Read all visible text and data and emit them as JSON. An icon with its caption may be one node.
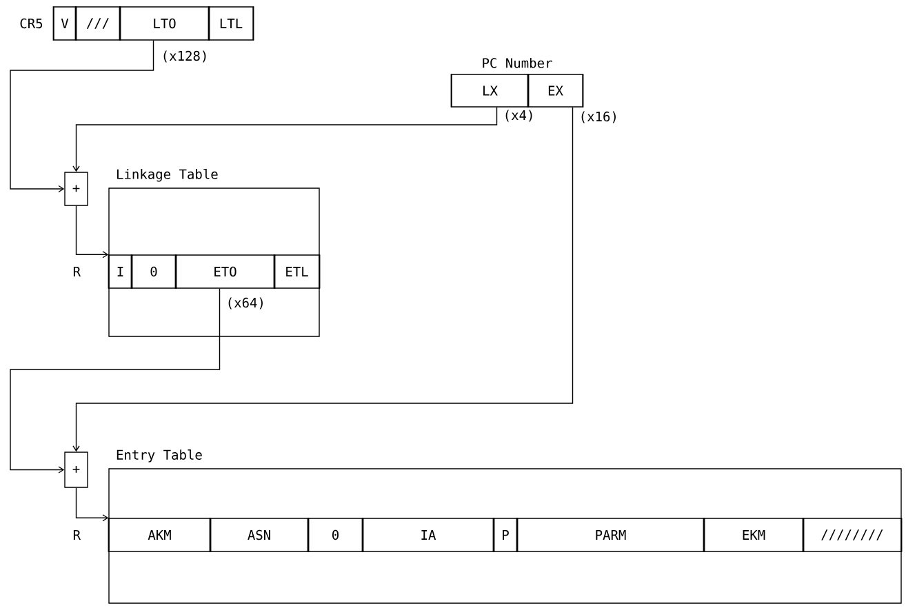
{
  "diagram": {
    "nodes": [
      {
        "text": [
          "CR5"
        ]
      },
      {
        "text": [
          "V"
        ],
        "in": 0
      },
      {
        "text": [
          "///"
        ],
        "in": 0
      },
      {
        "text": [
          "LTO"
        ],
        "in": 0
      },
      {
        "text": [
          "LTL"
        ],
        "in": 0
      },
      {
        "text": [
          "PC Number"
        ]
      },
      {
        "text": [
          "LX"
        ],
        "in": 5
      },
      {
        "text": [
          "EX"
        ],
        "in": 5
      },
      {
        "text": [
          "+"
        ]
      },
      {
        "text": [
          "Linkage Table"
        ]
      },
      {
        "text": [],
        "shape": "bar",
        "in": 9,
        "beside": [
          "R"
        ]
      },
      {
        "text": [
          "I"
        ],
        "in": 10
      },
      {
        "text": [
          "0"
        ],
        "in": 10
      },
      {
        "text": [
          "ETO"
        ],
        "in": 10
      },
      {
        "text": [
          "ETL"
        ],
        "in": 10
      },
      {
        "text": [
          "+"
        ]
      },
      {
        "text": [
          "Entry Table"
        ]
      },
      {
        "text": [],
        "shape": "bar",
        "in": 16,
        "beside": [
          "R"
        ]
      },
      {
        "text": [
          "AKM"
        ],
        "in": 17
      },
      {
        "text": [
          "ASN"
        ],
        "in": 17
      },
      {
        "text": [
          "0"
        ],
        "in": 17
      },
      {
        "text": [
          "IA"
        ],
        "in": 17
      },
      {
        "text": [
          "P"
        ],
        "in": 17
      },
      {
        "text": [
          "PARM"
        ],
        "in": 17
      },
      {
        "text": [
          "EKM"
        ],
        "in": 17
      },
      {
        "text": [
          "////////"
        ],
        "in": 17
      }
    ],
    "edges": [
      {
        "from": 3,
        "to": 8,
        "arrow": "to",
        "label": "(x128)"
      },
      {
        "from": 6,
        "to": 8,
        "arrow": "to",
        "label": "(x4)"
      },
      {
        "from": 8,
        "to": 10,
        "arrow": "to"
      },
      {
        "from": 13,
        "to": 15,
        "arrow": "to",
        "label": "(x64)"
      },
      {
        "from": 7,
        "to": 15,
        "arrow": "to",
        "label": "(x16)"
      },
      {
        "from": 15,
        "to": 17,
        "arrow": "to"
      }
    ]
  }
}
